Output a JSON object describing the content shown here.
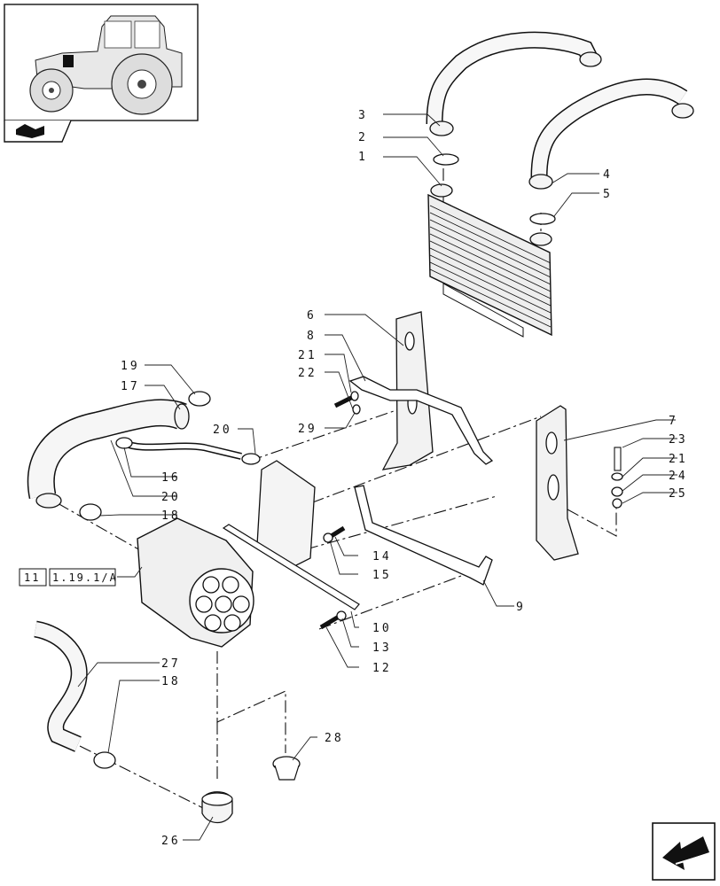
{
  "diagram": {
    "callouts": [
      {
        "id": "c3",
        "text": "3"
      },
      {
        "id": "c2",
        "text": "2"
      },
      {
        "id": "c1",
        "text": "1"
      },
      {
        "id": "c4",
        "text": "4"
      },
      {
        "id": "c5",
        "text": "5"
      },
      {
        "id": "c6",
        "text": "6"
      },
      {
        "id": "c8",
        "text": "8"
      },
      {
        "id": "c21a",
        "text": "21"
      },
      {
        "id": "c22",
        "text": "22"
      },
      {
        "id": "c29",
        "text": "29"
      },
      {
        "id": "c19",
        "text": "19"
      },
      {
        "id": "c17",
        "text": "17"
      },
      {
        "id": "c20a",
        "text": "20"
      },
      {
        "id": "c16",
        "text": "16"
      },
      {
        "id": "c20b",
        "text": "20"
      },
      {
        "id": "c18a",
        "text": "18"
      },
      {
        "id": "c7",
        "text": "7"
      },
      {
        "id": "c23",
        "text": "23"
      },
      {
        "id": "c21b",
        "text": "21"
      },
      {
        "id": "c24",
        "text": "24"
      },
      {
        "id": "c25",
        "text": "25"
      },
      {
        "id": "c14",
        "text": "14"
      },
      {
        "id": "c15",
        "text": "15"
      },
      {
        "id": "c9",
        "text": "9"
      },
      {
        "id": "c10",
        "text": "10"
      },
      {
        "id": "c13",
        "text": "13"
      },
      {
        "id": "c12",
        "text": "12"
      },
      {
        "id": "c27",
        "text": "27"
      },
      {
        "id": "c18b",
        "text": "18"
      },
      {
        "id": "c28",
        "text": "28"
      },
      {
        "id": "c26",
        "text": "26"
      }
    ],
    "reference": {
      "section": "11",
      "page": "1.19.1/A"
    }
  }
}
